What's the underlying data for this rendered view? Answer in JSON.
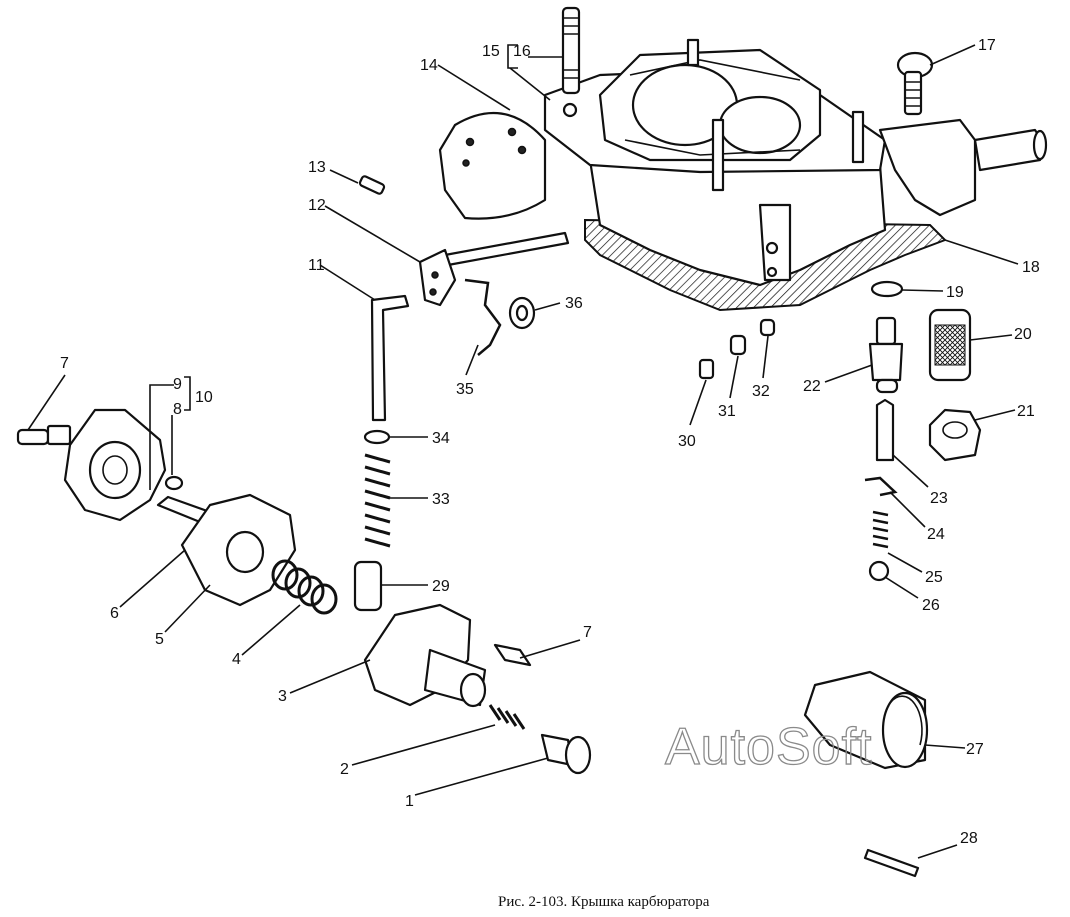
{
  "caption": "Рис. 2-103. Крышка карбюратора",
  "watermark": "AutoSoft",
  "callouts": [
    "1",
    "2",
    "3",
    "4",
    "5",
    "6",
    "7",
    "7",
    "8",
    "9",
    "10",
    "11",
    "12",
    "13",
    "14",
    "15",
    "16",
    "17",
    "18",
    "19",
    "20",
    "21",
    "22",
    "23",
    "24",
    "25",
    "26",
    "27",
    "28",
    "29",
    "30",
    "31",
    "32",
    "33",
    "34",
    "35",
    "36"
  ]
}
